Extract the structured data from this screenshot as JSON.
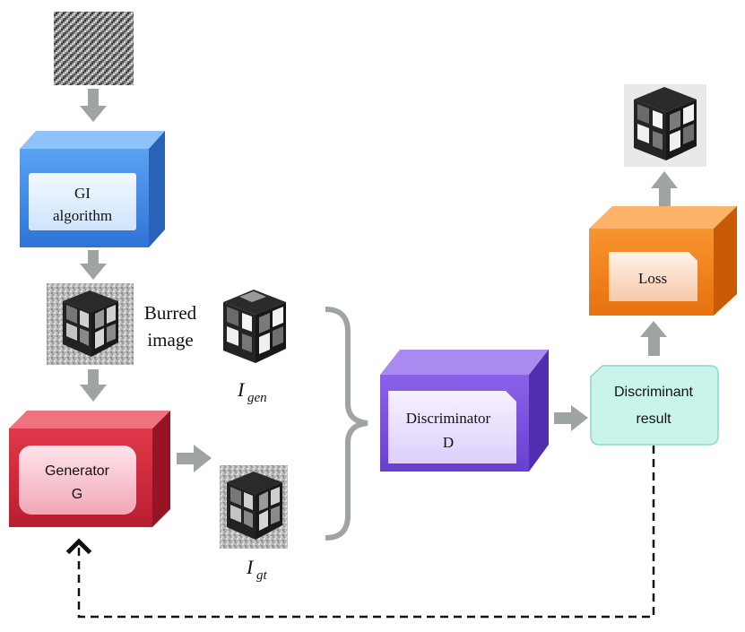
{
  "blocks": {
    "gi": {
      "line1": "GI",
      "line2": "algorithm"
    },
    "generator": {
      "line1": "Generator",
      "line2": "G"
    },
    "discriminator": {
      "line1": "Discriminator",
      "line2": "D"
    },
    "loss": {
      "label": "Loss"
    },
    "result": {
      "line1": "Discriminant",
      "line2": "result"
    }
  },
  "labels": {
    "blurred_line1": "Burred",
    "blurred_line2": "image",
    "gen_symbol": "I",
    "gen_subscript": "gen",
    "gt_symbol": "I",
    "gt_subscript": "gt"
  },
  "colors": {
    "gi_block": "#4a8fe6",
    "generator_block": "#d42a3c",
    "discriminator_block": "#7b55e0",
    "loss_block": "#f2811f",
    "result_box": "#c8f4ec",
    "arrow": "#9ea4a0"
  }
}
